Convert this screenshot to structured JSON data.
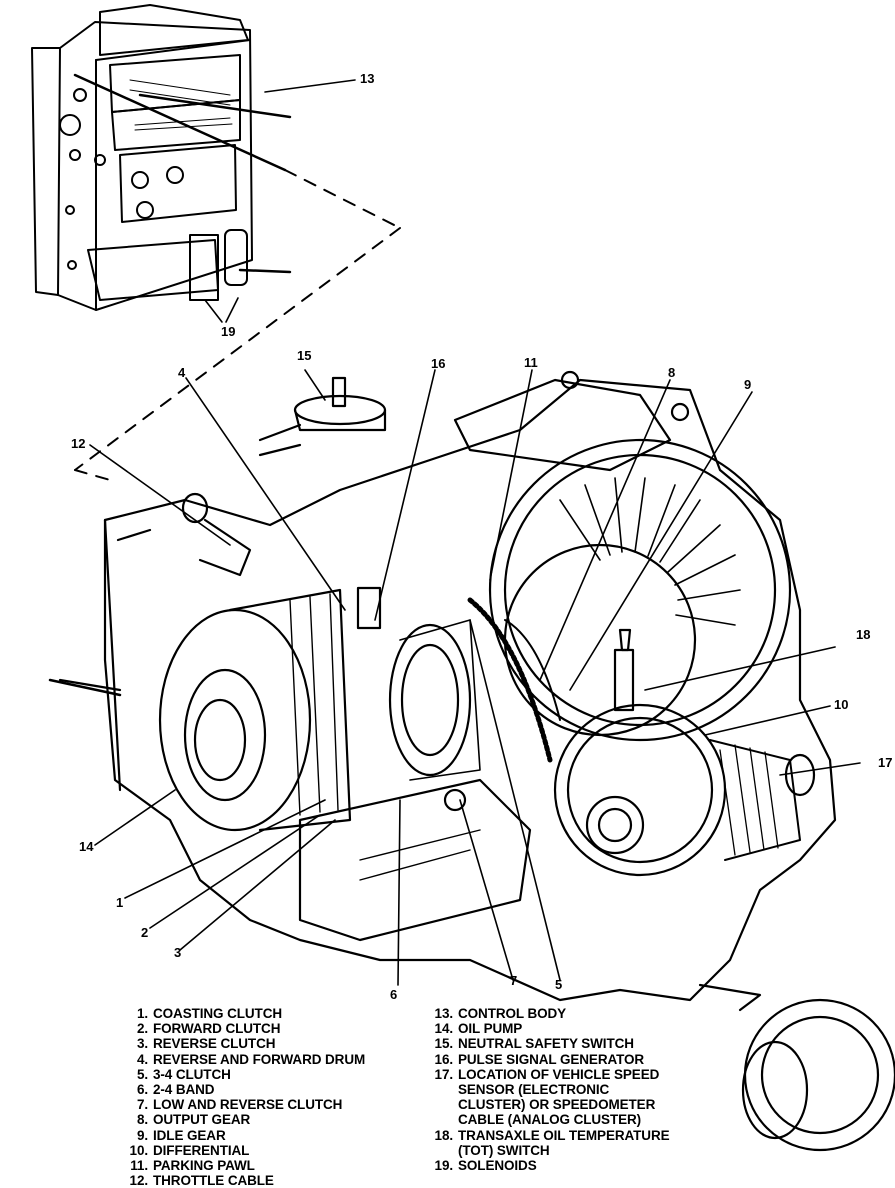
{
  "figure": {
    "subject": "Transaxle cutaway with control body detail",
    "callouts": [
      {
        "id": "1",
        "label": "1"
      },
      {
        "id": "2",
        "label": "2"
      },
      {
        "id": "3",
        "label": "3"
      },
      {
        "id": "4",
        "label": "4"
      },
      {
        "id": "5",
        "label": "5"
      },
      {
        "id": "6",
        "label": "6"
      },
      {
        "id": "7",
        "label": "7"
      },
      {
        "id": "8",
        "label": "8"
      },
      {
        "id": "9",
        "label": "9"
      },
      {
        "id": "10",
        "label": "10"
      },
      {
        "id": "11",
        "label": "11"
      },
      {
        "id": "12",
        "label": "12"
      },
      {
        "id": "13",
        "label": "13"
      },
      {
        "id": "14",
        "label": "14"
      },
      {
        "id": "15",
        "label": "15"
      },
      {
        "id": "16",
        "label": "16"
      },
      {
        "id": "17",
        "label": "17"
      },
      {
        "id": "18",
        "label": "18"
      },
      {
        "id": "19",
        "label": "19"
      }
    ]
  },
  "legend": {
    "left": [
      {
        "num": "1.",
        "text": "COASTING CLUTCH"
      },
      {
        "num": "2.",
        "text": "FORWARD CLUTCH"
      },
      {
        "num": "3.",
        "text": "REVERSE CLUTCH"
      },
      {
        "num": "4.",
        "text": "REVERSE AND FORWARD DRUM"
      },
      {
        "num": "5.",
        "text": "3-4 CLUTCH"
      },
      {
        "num": "6.",
        "text": "2-4 BAND"
      },
      {
        "num": "7.",
        "text": "LOW AND REVERSE CLUTCH"
      },
      {
        "num": "8.",
        "text": "OUTPUT GEAR"
      },
      {
        "num": "9.",
        "text": "IDLE GEAR"
      },
      {
        "num": "10.",
        "text": "DIFFERENTIAL"
      },
      {
        "num": "11.",
        "text": "PARKING PAWL"
      },
      {
        "num": "12.",
        "text": "THROTTLE CABLE"
      }
    ],
    "right": [
      {
        "num": "13.",
        "text": "CONTROL BODY"
      },
      {
        "num": "14.",
        "text": "OIL PUMP"
      },
      {
        "num": "15.",
        "text": "NEUTRAL SAFETY SWITCH"
      },
      {
        "num": "16.",
        "text": "PULSE SIGNAL GENERATOR"
      },
      {
        "num": "17.",
        "text": "LOCATION OF VEHICLE SPEED\nSENSOR (ELECTRONIC\nCLUSTER) OR SPEEDOMETER\nCABLE (ANALOG CLUSTER)"
      },
      {
        "num": "18.",
        "text": "TRANSAXLE OIL TEMPERATURE\n(TOT) SWITCH"
      },
      {
        "num": "19.",
        "text": "SOLENOIDS"
      }
    ]
  }
}
